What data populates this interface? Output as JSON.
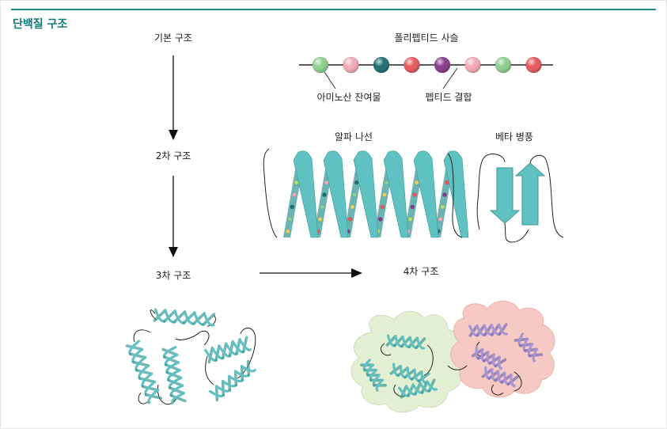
{
  "title": "단백질 구조",
  "labels": {
    "primary": "기본 구조",
    "polypeptide_chain": "폴리펩티드 사슬",
    "amino_acid_residue": "아미노산 잔여물",
    "peptide_bond": "펩티드 결합",
    "secondary": "2차 구조",
    "alpha_helix": "알파 나선",
    "beta_sheet": "베타 병풍",
    "tertiary": "3차 구조",
    "quaternary": "4차 구조"
  },
  "colors": {
    "accent": "#1e8a8a",
    "helix": "#5fc1c1",
    "helix_dark": "#3b9a9a",
    "strand": "#66c6c6",
    "subunit_green_bg": "#e3efd2",
    "subunit_pink_bg": "#f7c9c4",
    "pink_helix": "#a796d4"
  },
  "chain_beads": [
    {
      "name": "green",
      "color": "#8fcf8f"
    },
    {
      "name": "pink",
      "color": "#f4aab8"
    },
    {
      "name": "dark-teal",
      "color": "#1f6f70"
    },
    {
      "name": "red",
      "color": "#e8585c"
    },
    {
      "name": "purple",
      "color": "#8a3a8a"
    },
    {
      "name": "pink",
      "color": "#f4aab8"
    },
    {
      "name": "green",
      "color": "#8fcf8f"
    },
    {
      "name": "red",
      "color": "#e8585c"
    }
  ]
}
